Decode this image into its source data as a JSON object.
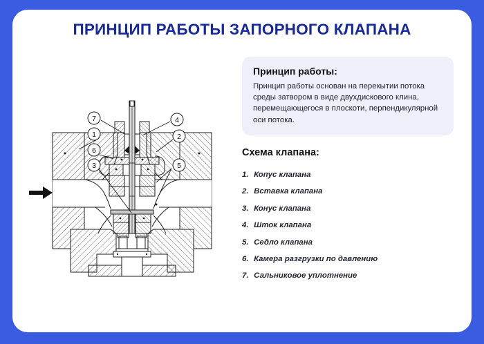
{
  "page": {
    "title": "ПРИНЦИП РАБОТЫ ЗАПОРНОГО КЛАПАНА",
    "background_color": "#3a5ce0",
    "card_color": "#ffffff",
    "title_color": "#16289d"
  },
  "info_box": {
    "heading": "Принцип работы:",
    "text": "Принцип работы основан на перекытии потока среды затвором в виде двухдискового клина, перемещающегося в плоскоти, перпендикулярной оси потока.",
    "background_color": "#eeeff8"
  },
  "scheme": {
    "heading": "Схема клапана:",
    "items": [
      {
        "num": "1.",
        "label": "Копус клапана"
      },
      {
        "num": "2.",
        "label": "Вставка клапана"
      },
      {
        "num": "3.",
        "label": "Конус клапана"
      },
      {
        "num": "4.",
        "label": "Шток клапана"
      },
      {
        "num": "5.",
        "label": "Седло клапана"
      },
      {
        "num": "6.",
        "label": "Камера разгрузки по давлению"
      },
      {
        "num": "7.",
        "label": "Сальниковое уплотнение"
      }
    ]
  },
  "diagram": {
    "name": "valve-cross-section",
    "flow_arrow": "flow-direction-arrow",
    "callouts": [
      {
        "id": "7",
        "label": "7"
      },
      {
        "id": "1",
        "label": "1"
      },
      {
        "id": "6",
        "label": "6"
      },
      {
        "id": "3",
        "label": "3"
      },
      {
        "id": "4",
        "label": "4"
      },
      {
        "id": "2",
        "label": "2"
      },
      {
        "id": "5",
        "label": "5"
      }
    ]
  }
}
